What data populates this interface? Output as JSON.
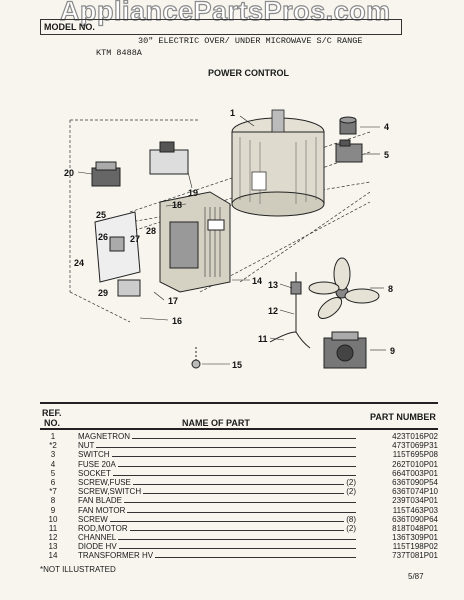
{
  "watermark": "AppliancePartsPros.com",
  "header": {
    "model_label": "MODEL NO.",
    "description": "30\" ELECTRIC OVER/ UNDER MICROWAVE S/C RANGE",
    "model": "KTM 8488A",
    "section_title": "POWER CONTROL"
  },
  "diagram": {
    "callouts": [
      "1",
      "4",
      "5",
      "20",
      "19",
      "18",
      "25",
      "26",
      "27",
      "28",
      "24",
      "29",
      "17",
      "16",
      "14",
      "13",
      "12",
      "11",
      "15",
      "8",
      "9"
    ]
  },
  "table": {
    "col_ref_line1": "REF.",
    "col_ref_line2": "NO.",
    "col_name": "NAME OF PART",
    "col_number": "PART NUMBER",
    "rows": [
      {
        "ref": "1",
        "name": "MAGNETRON",
        "qty": "",
        "number": "423T016P02"
      },
      {
        "ref": "*2",
        "name": "NUT",
        "qty": "",
        "number": "473T069P31"
      },
      {
        "ref": "3",
        "name": "SWITCH",
        "qty": "",
        "number": "115T695P08"
      },
      {
        "ref": "4",
        "name": "FUSE 20A",
        "qty": "",
        "number": "262T010P01"
      },
      {
        "ref": "5",
        "name": "SOCKET",
        "qty": "",
        "number": "664T003P01"
      },
      {
        "ref": "6",
        "name": "SCREW,FUSE",
        "qty": "(2)",
        "number": "636T090P54"
      },
      {
        "ref": "*7",
        "name": "SCREW,SWITCH",
        "qty": "(2)",
        "number": "636T074P10"
      },
      {
        "ref": "8",
        "name": "FAN BLADE",
        "qty": "",
        "number": "239T034P01"
      },
      {
        "ref": "9",
        "name": "FAN MOTOR",
        "qty": "",
        "number": "115T463P03"
      },
      {
        "ref": "10",
        "name": "SCREW",
        "qty": "(8)",
        "number": "636T090P64"
      },
      {
        "ref": "11",
        "name": "ROD,MOTOR",
        "qty": "(2)",
        "number": "818T048P01"
      },
      {
        "ref": "12",
        "name": "CHANNEL",
        "qty": "",
        "number": "136T309P01"
      },
      {
        "ref": "13",
        "name": "DIODE HV",
        "qty": "",
        "number": "115T198P02"
      },
      {
        "ref": "14",
        "name": "TRANSFORMER HV",
        "qty": "",
        "number": "737T081P01"
      }
    ]
  },
  "footnote": "*NOT ILLUSTRATED",
  "page_code": "5/87"
}
